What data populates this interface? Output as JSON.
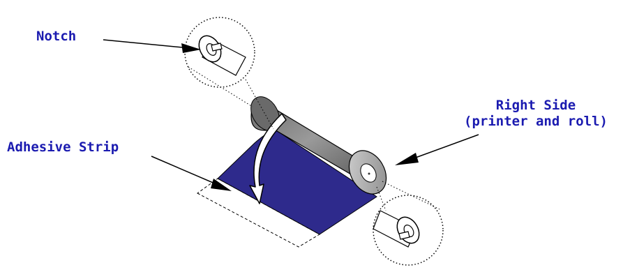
{
  "labels": {
    "notch": "Notch",
    "adhesive_strip": "Adhesive Strip",
    "right_side_line1": "Right Side",
    "right_side_line2": "(printer and roll)"
  },
  "colors": {
    "label_text": "#1b1bb0",
    "ribbon": "#2e2a8c",
    "core_dark": "#5e5e5e",
    "core_light": "#a4a4a4",
    "outline": "#000000"
  }
}
